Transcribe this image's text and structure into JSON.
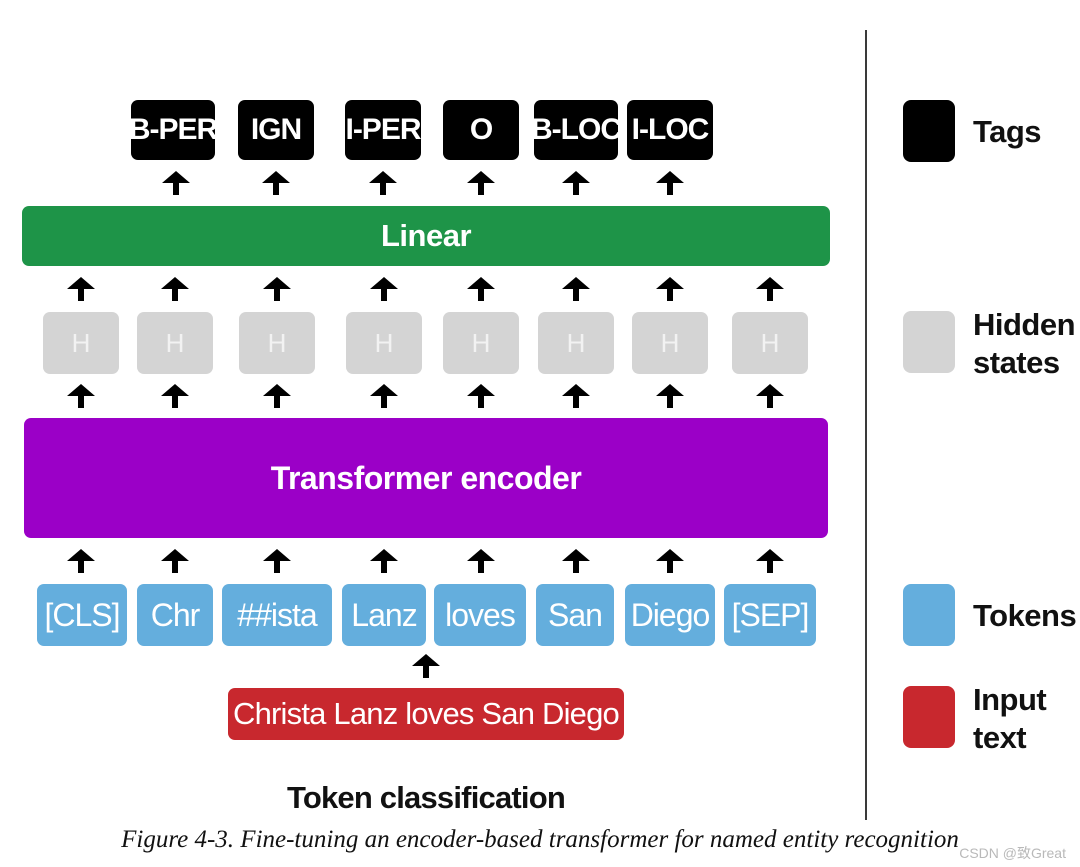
{
  "tags": [
    "B-PER",
    "IGN",
    "I-PER",
    "O",
    "B-LOC",
    "I-LOC"
  ],
  "linear_label": "Linear",
  "hidden_label": "H",
  "encoder_label": "Transformer encoder",
  "tokens": [
    "[CLS]",
    "Chr",
    "##ista",
    "Lanz",
    "loves",
    "San",
    "Diego",
    "[SEP]"
  ],
  "input_text": "Christa Lanz loves San Diego",
  "diagram_title": "Token classification",
  "legend": {
    "tags": "Tags",
    "hidden_line1": "Hidden",
    "hidden_line2": "states",
    "tokens": "Tokens",
    "input_line1": "Input",
    "input_line2": "text"
  },
  "caption": "Figure 4-3. Fine-tuning an encoder-based transformer for named entity recognition",
  "watermark": "CSDN @致Great",
  "colors": {
    "tag": "#000000",
    "linear": "#1e9448",
    "hidden": "#d4d4d4",
    "encoder": "#9b00c7",
    "token": "#64aedd",
    "input": "#c8282e"
  }
}
